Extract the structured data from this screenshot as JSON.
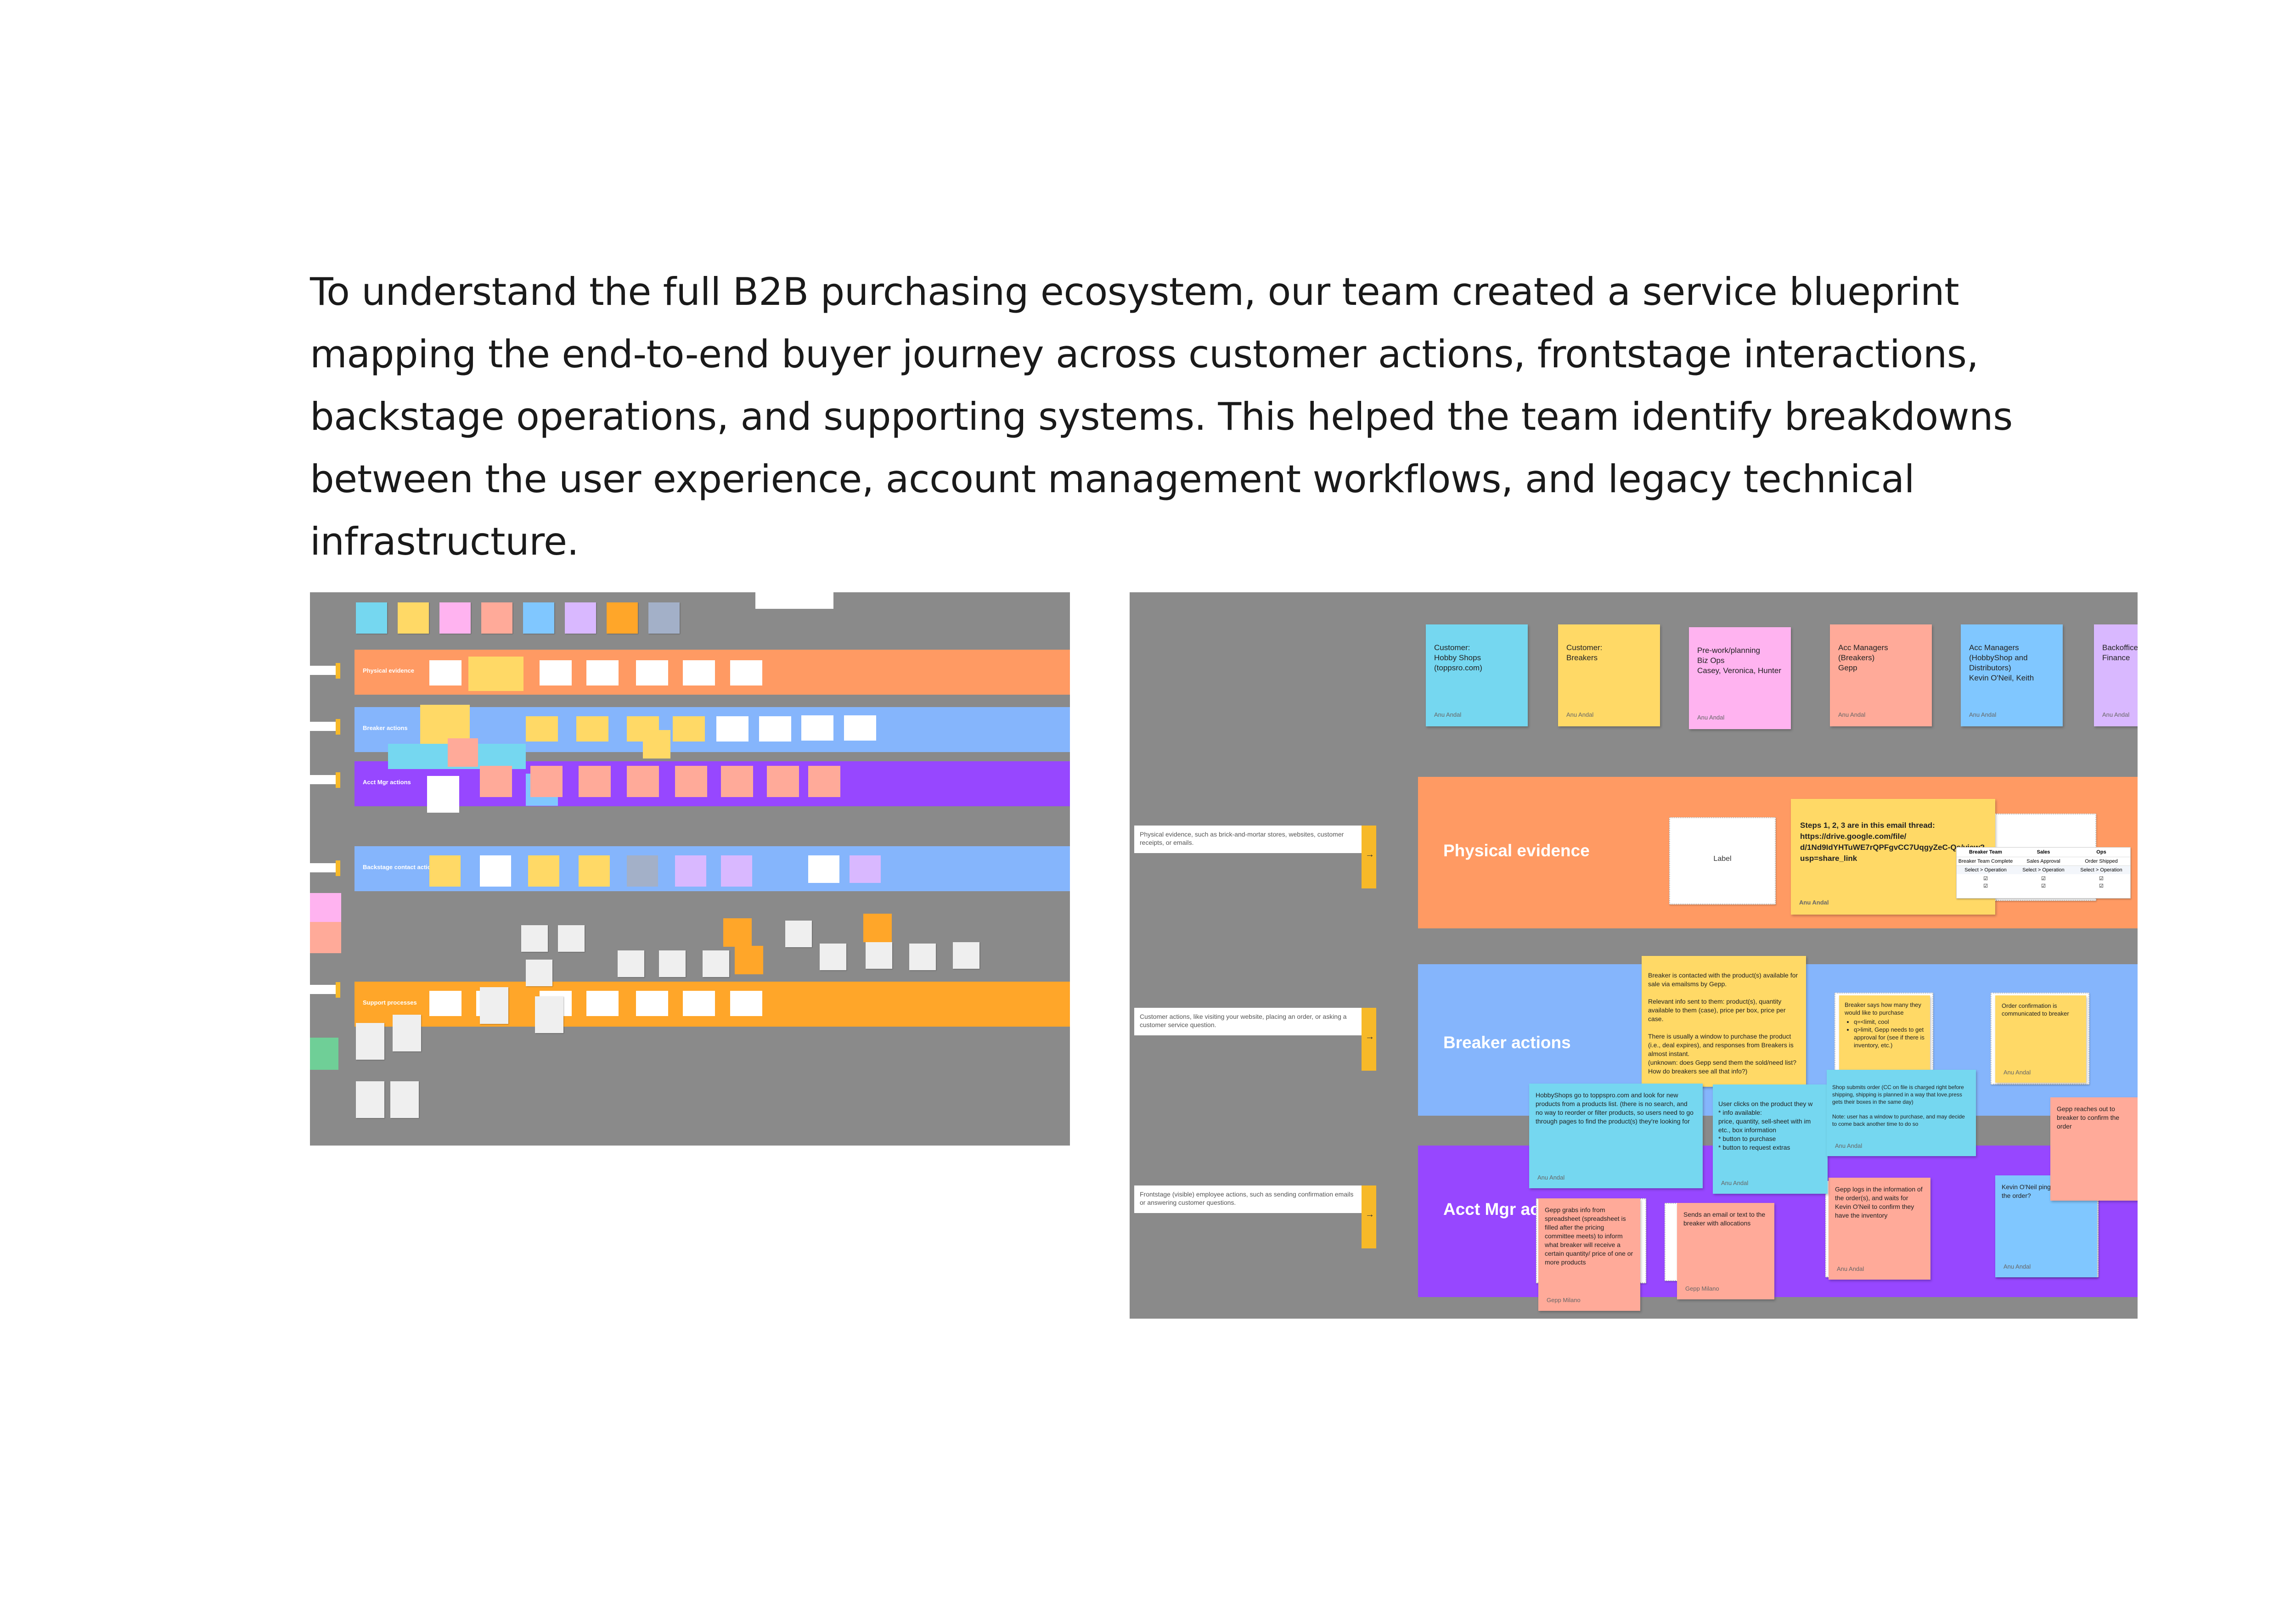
{
  "intro": {
    "text": "To understand the full B2B purchasing ecosystem, our team created a service blueprint mapping the end-to-end buyer journey across customer actions, frontstage interactions, backstage operations, and supporting systems. This helped the team identify breakdowns between the user experience, account management workflows, and legacy technical infrastructure."
  },
  "overview_board": {
    "bands": {
      "physical": "Physical evidence",
      "breaker": "Breaker actions",
      "acct": "Acct Mgr actions",
      "backstage": "Backstage contact actions",
      "support": "Support processes"
    }
  },
  "detail_board": {
    "headers": [
      {
        "text": "Customer:\nHobby Shops\n(toppsro.com)",
        "author": "Anu Andal"
      },
      {
        "text": "Customer:\nBreakers",
        "author": "Anu Andal"
      },
      {
        "text": "Pre-work/planning\nBiz Ops\nCasey, Veronica, Hunter",
        "author": "Anu Andal"
      },
      {
        "text": "Acc Managers\n(Breakers)\nGepp",
        "author": "Anu Andal"
      },
      {
        "text": "Acc Managers\n(HobbyShop and\nDistributors)\nKevin O'Neil, Keith",
        "author": "Anu Andal"
      },
      {
        "text": "Backoffice\nFinance",
        "author": "Anu Andal"
      }
    ],
    "lane_descriptions": {
      "physical": "Physical evidence, such as brick-and-mortar stores, websites, customer receipts, or emails.",
      "customer": "Customer actions, like visiting your website, placing an order, or asking a customer service question.",
      "frontstage": "Frontstage (visible) employee actions, such as sending confirmation emails or answering customer questions."
    },
    "bands": {
      "physical": "Physical evidence",
      "breaker": "Breaker actions",
      "acct": "Acct Mgr ac"
    },
    "label_card": "Label",
    "steps_note": {
      "text": "Steps 1, 2, 3 are in this email thread:\nhttps://drive.google.com/file/\nd/1Nd9IdYHTuWE7rQPFgvCC7UqgyZeC-Qs/view?\nusp=share_link",
      "author": "Anu Andal"
    },
    "table": {
      "headers": [
        "Breaker Team",
        "Sales",
        "Ops"
      ],
      "sub": [
        "Breaker Team Complete",
        "Sales Approval",
        "Order Shipped"
      ],
      "row": [
        "Select > Operation",
        "Select > Operation",
        "Select > Operation"
      ]
    },
    "breaker_note": {
      "text": "Breaker is contacted with the product(s) available for sale via emailsms by Gepp.\n\nRelevant info sent to them: product(s), quantity available to them (case), price per box, price per case.\n\nThere is usually a window to purchase the product (i.e., deal expires), and responses from Breakers is almost instant.\n(unknown: does Gepp send them the sold/need list? How do breakers see all that info?)"
    },
    "breaker_says": {
      "text": "Breaker says how many they would like to purchase",
      "bullets": [
        "q=<limit, cool",
        "q>limit, Gepp needs to get approval for (see if there is inventory, etc.)"
      ],
      "author": "Anu Andal"
    },
    "order_confirm": {
      "text": "Order confirmation is communicated to breaker",
      "author": "Anu Andal"
    },
    "hobby_note": {
      "text": "HobbyShops go to toppspro.com and look for new products from a products list. (there is no search, and no way to reorder or filter products, so users need to go through pages to find the product(s) they're looking for",
      "author": "Anu Andal"
    },
    "user_clicks": {
      "text": "User clicks on the product they w\n* info available:\nprice, quantity, sell-sheet with im\netc., box information\n* button to purchase\n* button to request extras",
      "author": "Anu Andal"
    },
    "shop_submits": {
      "text": "Shop submits order (CC on file is charged right before shipping, shipping is planned in a way that love.press gets their boxes in the same day)\n\nNote: user has a window to purchase, and may decide to come back another time to do so",
      "author": "Anu Andal"
    },
    "gepp_reaches": {
      "text": "Gepp reaches out to breaker to confirm the order"
    },
    "gepp_grabs": {
      "text": "Gepp grabs info from spreadsheet (spreadsheet is filled after the pricing committee meets) to inform what breaker will receive a certain quantity/ price of one or more products",
      "author": "Gepp Milano"
    },
    "sends_email": {
      "text": "Sends an email or text to the breaker with allocations",
      "author": "Gepp Milano"
    },
    "gepp_logs": {
      "text": "Gepp logs in the information of the order(s), and waits for Kevin O'Neil to confirm they have the inventory",
      "author": "Anu Andal"
    },
    "kevin_pings": {
      "text": "Kevin O'Neil pings ops about the order?",
      "author": "Anu Andal"
    }
  },
  "colors": {
    "canvas": "#8a8a8a",
    "orange": "#ff9a63",
    "blue": "#85b5fc",
    "purple": "#9747ff",
    "amber": "#ffa629",
    "sticky_yellow": "#ffd966",
    "sticky_cyan": "#75d7f0",
    "sticky_pink": "#ffb3f0",
    "sticky_salmon": "#ffaa99",
    "sticky_lightblue": "#80c7ff",
    "sticky_lavender": "#d9b8ff",
    "tab_yellow": "#f7b928"
  }
}
